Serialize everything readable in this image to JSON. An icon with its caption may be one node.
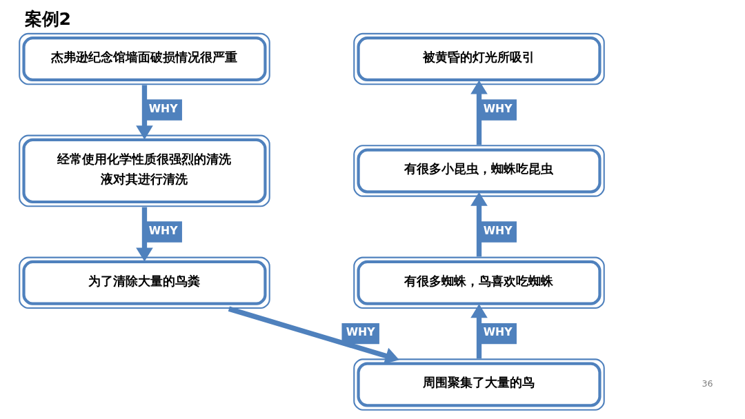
{
  "diagram": {
    "title": "案例2",
    "nodes": [
      {
        "text": [
          "杰弗逊纪念馆墙面破损情况很严重"
        ]
      },
      {
        "text": [
          "经常使用化学性质很强烈的清洗液对其进行清洗"
        ]
      },
      {
        "text": [
          "为了清除大量的鸟粪"
        ]
      },
      {
        "text": [
          "周围聚集了大量的鸟"
        ]
      },
      {
        "text": [
          "有很多蜘蛛，鸟喜欢吃蜘蛛"
        ]
      },
      {
        "text": [
          "有很多小昆虫，蜘蛛吃昆虫"
        ]
      },
      {
        "text": [
          "被黄昏的灯光所吸引"
        ]
      }
    ],
    "edges": [
      {
        "from": 0,
        "to": 1,
        "arrow": "to",
        "label": "WHY"
      },
      {
        "from": 1,
        "to": 2,
        "arrow": "to",
        "label": "WHY"
      },
      {
        "from": 2,
        "to": 3,
        "arrow": "to",
        "label": "WHY"
      },
      {
        "from": 3,
        "to": 4,
        "arrow": "to",
        "label": "WHY"
      },
      {
        "from": 4,
        "to": 5,
        "arrow": "to",
        "label": "WHY"
      },
      {
        "from": 5,
        "to": 6,
        "arrow": "to",
        "label": "WHY"
      }
    ],
    "labels": [
      "36"
    ]
  }
}
